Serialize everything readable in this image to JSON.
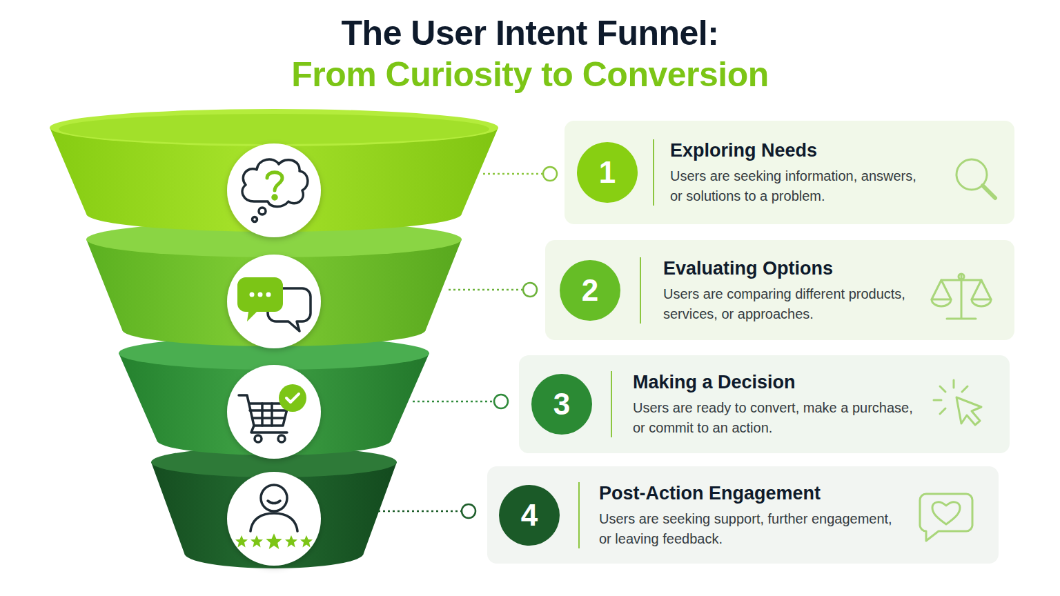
{
  "diagram": {
    "title": "The User Intent Funnel:",
    "nodes": [
      {
        "text": [
          "Exploring Needs",
          "Users are seeking information, answers, or solutions to a problem."
        ]
      },
      {
        "text": [
          "1"
        ],
        "in": 0
      },
      {
        "text": [
          "Evaluating Options",
          "Users are comparing different products, services, or approaches."
        ]
      },
      {
        "text": [
          "2"
        ],
        "in": 2
      },
      {
        "text": [
          "Making a Decision",
          "Users are ready to convert, make a purchase, or commit to an action."
        ]
      },
      {
        "text": [
          "3"
        ],
        "in": 4
      },
      {
        "text": [
          "Post-Action Engagement",
          "Users are seeking support, further engagement, or leaving feedback."
        ]
      },
      {
        "text": [
          "4"
        ],
        "in": 6
      }
    ],
    "labels": [
      "From Curiosity to Conversion"
    ]
  }
}
